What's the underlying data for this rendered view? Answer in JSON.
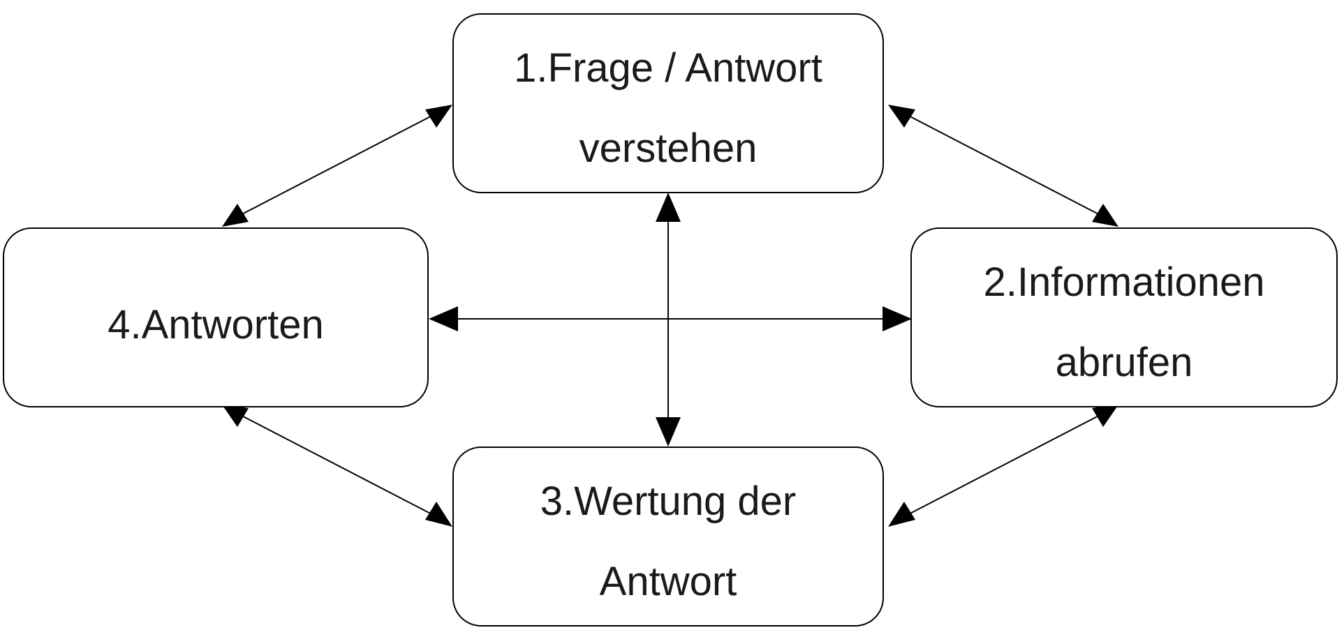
{
  "nodes": [
    {
      "id": "frage",
      "lines": [
        "1.Frage / Antwort",
        "verstehen"
      ]
    },
    {
      "id": "informationen",
      "lines": [
        "2.Informationen",
        "abrufen"
      ]
    },
    {
      "id": "wertung",
      "lines": [
        "3.Wertung der",
        "Antwort"
      ]
    },
    {
      "id": "antworten",
      "lines": [
        "4.Antworten"
      ]
    }
  ],
  "connections": [
    {
      "from": "frage",
      "to": "antworten",
      "direction": "both"
    },
    {
      "from": "frage",
      "to": "informationen",
      "direction": "both"
    },
    {
      "from": "antworten",
      "to": "wertung",
      "direction": "both"
    },
    {
      "from": "informationen",
      "to": "wertung",
      "direction": "both"
    },
    {
      "from": "frage",
      "to": "wertung",
      "direction": "both"
    },
    {
      "from": "antworten",
      "to": "informationen",
      "direction": "both"
    }
  ],
  "colors": {
    "stroke": "#000000",
    "fill": "#ffffff",
    "text": "#1a1a1a"
  }
}
